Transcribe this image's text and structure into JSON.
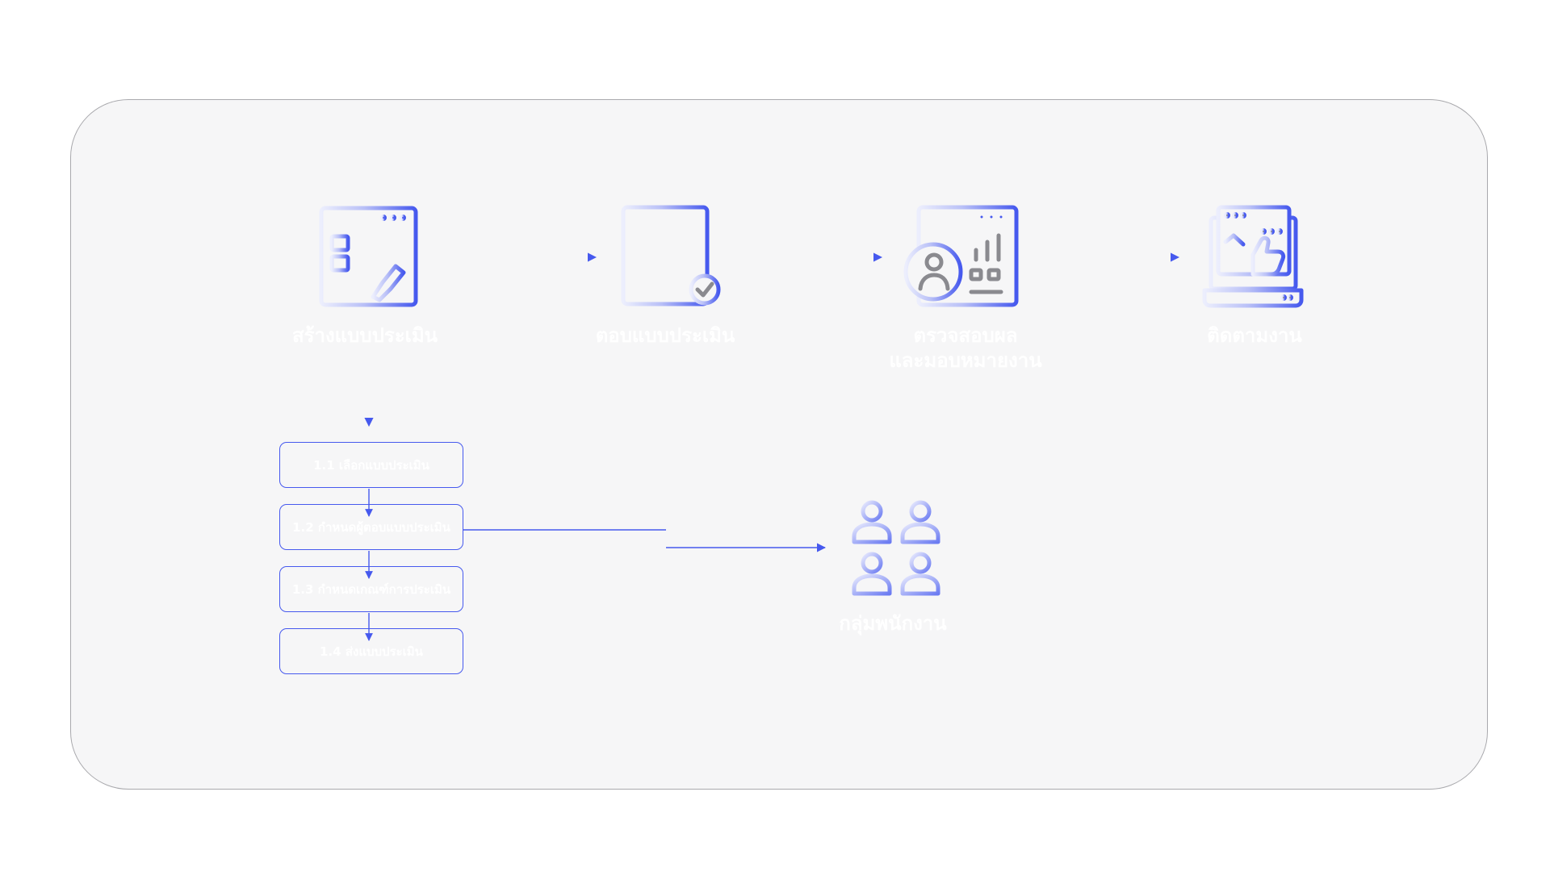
{
  "stages": [
    {
      "label": "สร้างแบบประเมิน",
      "icon": "create-form-icon"
    },
    {
      "label": "ตอบแบบประเมิน",
      "icon": "checked-form-icon"
    },
    {
      "label_line1": "ตรวจสอบผล",
      "label_line2": "และมอบหมายงาน",
      "icon": "review-report-icon"
    },
    {
      "label": "ติดตามงาน",
      "icon": "laptop-thumbs-up-icon"
    }
  ],
  "sub_steps": [
    {
      "label": "1.1 เลือกแบบประเมิน"
    },
    {
      "label": "1.2 กำหนดผู้ตอบแบบประเมิน"
    },
    {
      "label": "1.3 กำหนดเกณฑ์การประเมิน"
    },
    {
      "label": "1.4 ส่งแบบประเมิน"
    }
  ],
  "employee_group": {
    "label": "กลุ่มพนักงาน",
    "icon": "people-group-icon"
  },
  "colors": {
    "accent": "#4659EE",
    "accent_light": "#C9CEFA",
    "panel_bg": "#F6F6F7",
    "panel_border": "#A9A9AD",
    "icon_gray": "#8A8A8F"
  }
}
